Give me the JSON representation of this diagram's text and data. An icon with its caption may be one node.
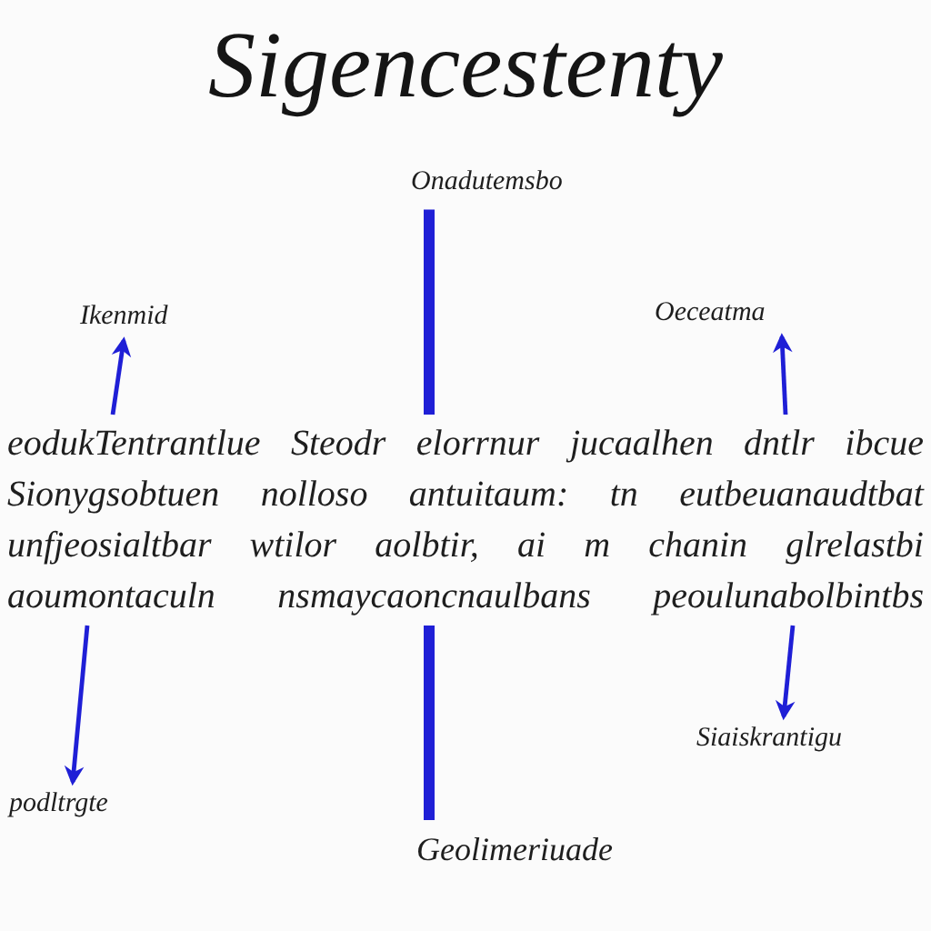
{
  "diagram": {
    "title": "Sigencestenty",
    "nodes": [
      {
        "text": [
          "Onadutemsbo"
        ]
      },
      {
        "text": [
          "Ikenmid"
        ]
      },
      {
        "text": [
          "Oeceatma"
        ]
      },
      {
        "text": [
          "eodukTentrantlue Steodr elorrnur jucaalhen dntlr ibcue Sionygsobtuen nolloso antuitaum: tn eutbeuanaudtbat unfjeosialtbar wtilor aolbtir, ai m chanin glrelastbi aoumontaculn nsmaycaoncnaulbans peoulunabolbintbs"
        ]
      },
      {
        "text": [
          "podltrgte"
        ]
      },
      {
        "text": [
          "Geolimeriuade"
        ]
      },
      {
        "text": [
          "Siaiskrantigu"
        ]
      }
    ],
    "edges": [
      {
        "from": 0,
        "to": 3,
        "arrow": "none",
        "style": "thick"
      },
      {
        "from": 3,
        "to": 1,
        "arrow": "to"
      },
      {
        "from": 3,
        "to": 2,
        "arrow": "to"
      },
      {
        "from": 3,
        "to": 4,
        "arrow": "to"
      },
      {
        "from": 3,
        "to": 5,
        "arrow": "none",
        "style": "thick"
      },
      {
        "from": 3,
        "to": 6,
        "arrow": "to"
      }
    ]
  }
}
